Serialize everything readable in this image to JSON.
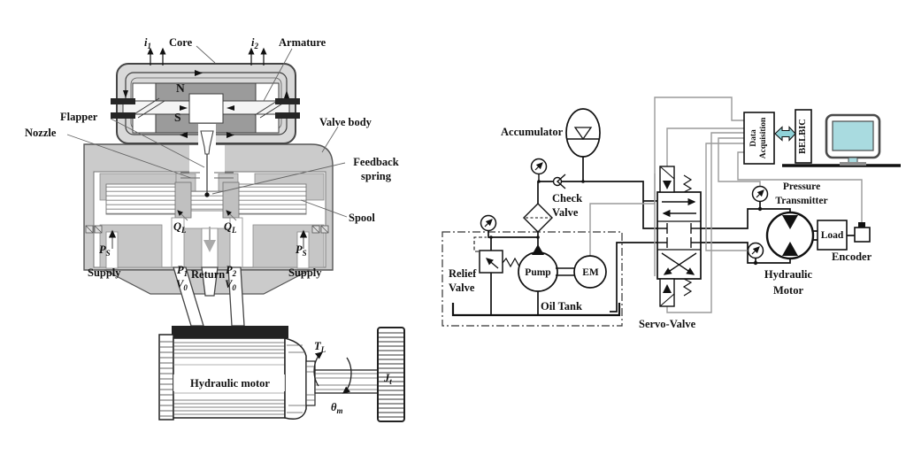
{
  "left_diagram": {
    "labels": {
      "i1": {
        "base": "i",
        "sub": "1"
      },
      "i2": {
        "base": "i",
        "sub": "2"
      },
      "core": "Core",
      "armature": "Armature",
      "pole_n": "N",
      "pole_s": "S",
      "flapper": "Flapper",
      "nozzle": "Nozzle",
      "valve_body": "Valve body",
      "feedback_spring": {
        "line1": "Feedback",
        "line2": "spring"
      },
      "spool": "Spool",
      "ps": {
        "base": "P",
        "sub": "S"
      },
      "supply": "Supply",
      "ql": {
        "base": "Q",
        "sub": "L"
      },
      "p1": {
        "base": "P",
        "sub": "1"
      },
      "p2": {
        "base": "P",
        "sub": "2"
      },
      "v0": {
        "base": "V",
        "sub": "0"
      },
      "return_label": "Return",
      "hydraulic_motor": "Hydraulic motor",
      "tl": {
        "base": "T",
        "sub": "L"
      },
      "theta_m": {
        "base": "θ",
        "sub": "m"
      },
      "jt": {
        "base": "J",
        "sub": "t"
      }
    }
  },
  "right_diagram": {
    "labels": {
      "accumulator": "Accumulator",
      "check_valve": {
        "line1": "Check",
        "line2": "Valve"
      },
      "relief_valve": {
        "line1": "Relief",
        "line2": "Valve"
      },
      "pump": "Pump",
      "em": "EM",
      "oil_tank": "Oil Tank",
      "servo_valve": "Servo-Valve",
      "pressure_transmitter": {
        "line1": "Pressure",
        "line2": "Transmitter"
      },
      "hydraulic_motor": {
        "line1": "Hydraulic",
        "line2": "Motor"
      },
      "load": "Load",
      "encoder": "Encoder",
      "daq": {
        "line1": "Data",
        "line2": "Acquisition"
      },
      "belbic": "BELBIC"
    },
    "colors": {
      "screen": "#a9dbe0",
      "arrow": "#8fd2d8",
      "wire": "#9a9a9a",
      "line": "#111111"
    }
  }
}
